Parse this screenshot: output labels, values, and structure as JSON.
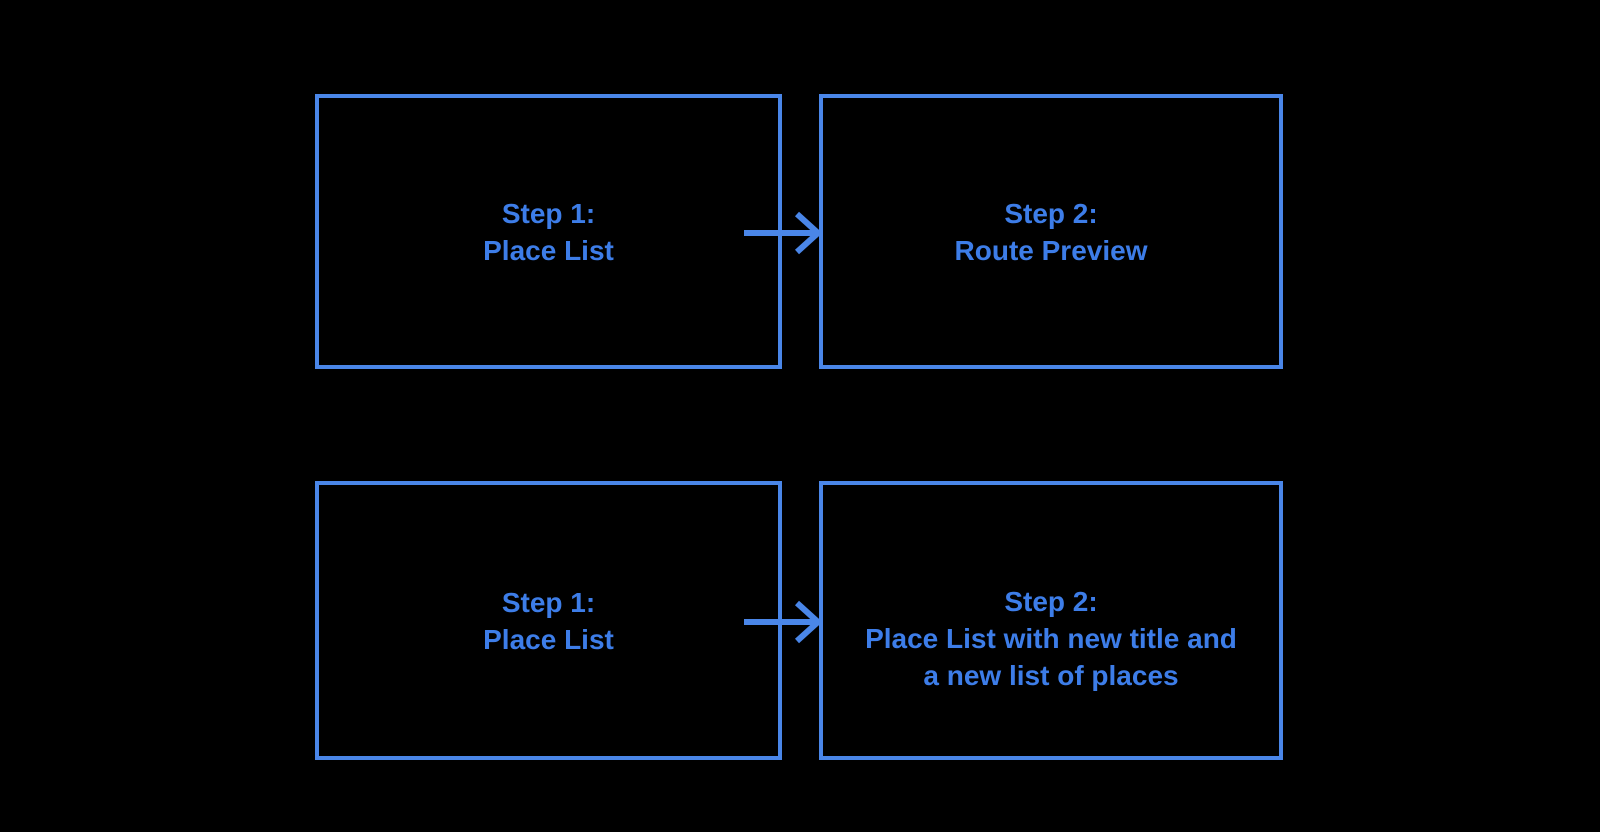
{
  "canvas": {
    "background_color": "#000000"
  },
  "colors": {
    "box_border": "#4a86e8",
    "box_text": "#3d7de8",
    "arrow": "#4a86e8"
  },
  "diagram": {
    "rows": [
      {
        "source": {
          "lines": [
            "Step 1:",
            "Place List"
          ]
        },
        "target": {
          "lines": [
            "Step 2:",
            "Route Preview"
          ]
        }
      },
      {
        "source": {
          "lines": [
            "Step 1:",
            "Place List"
          ]
        },
        "target": {
          "lines": [
            "Step 2:",
            "Place List with new title and",
            "a new list of places"
          ]
        }
      }
    ]
  }
}
